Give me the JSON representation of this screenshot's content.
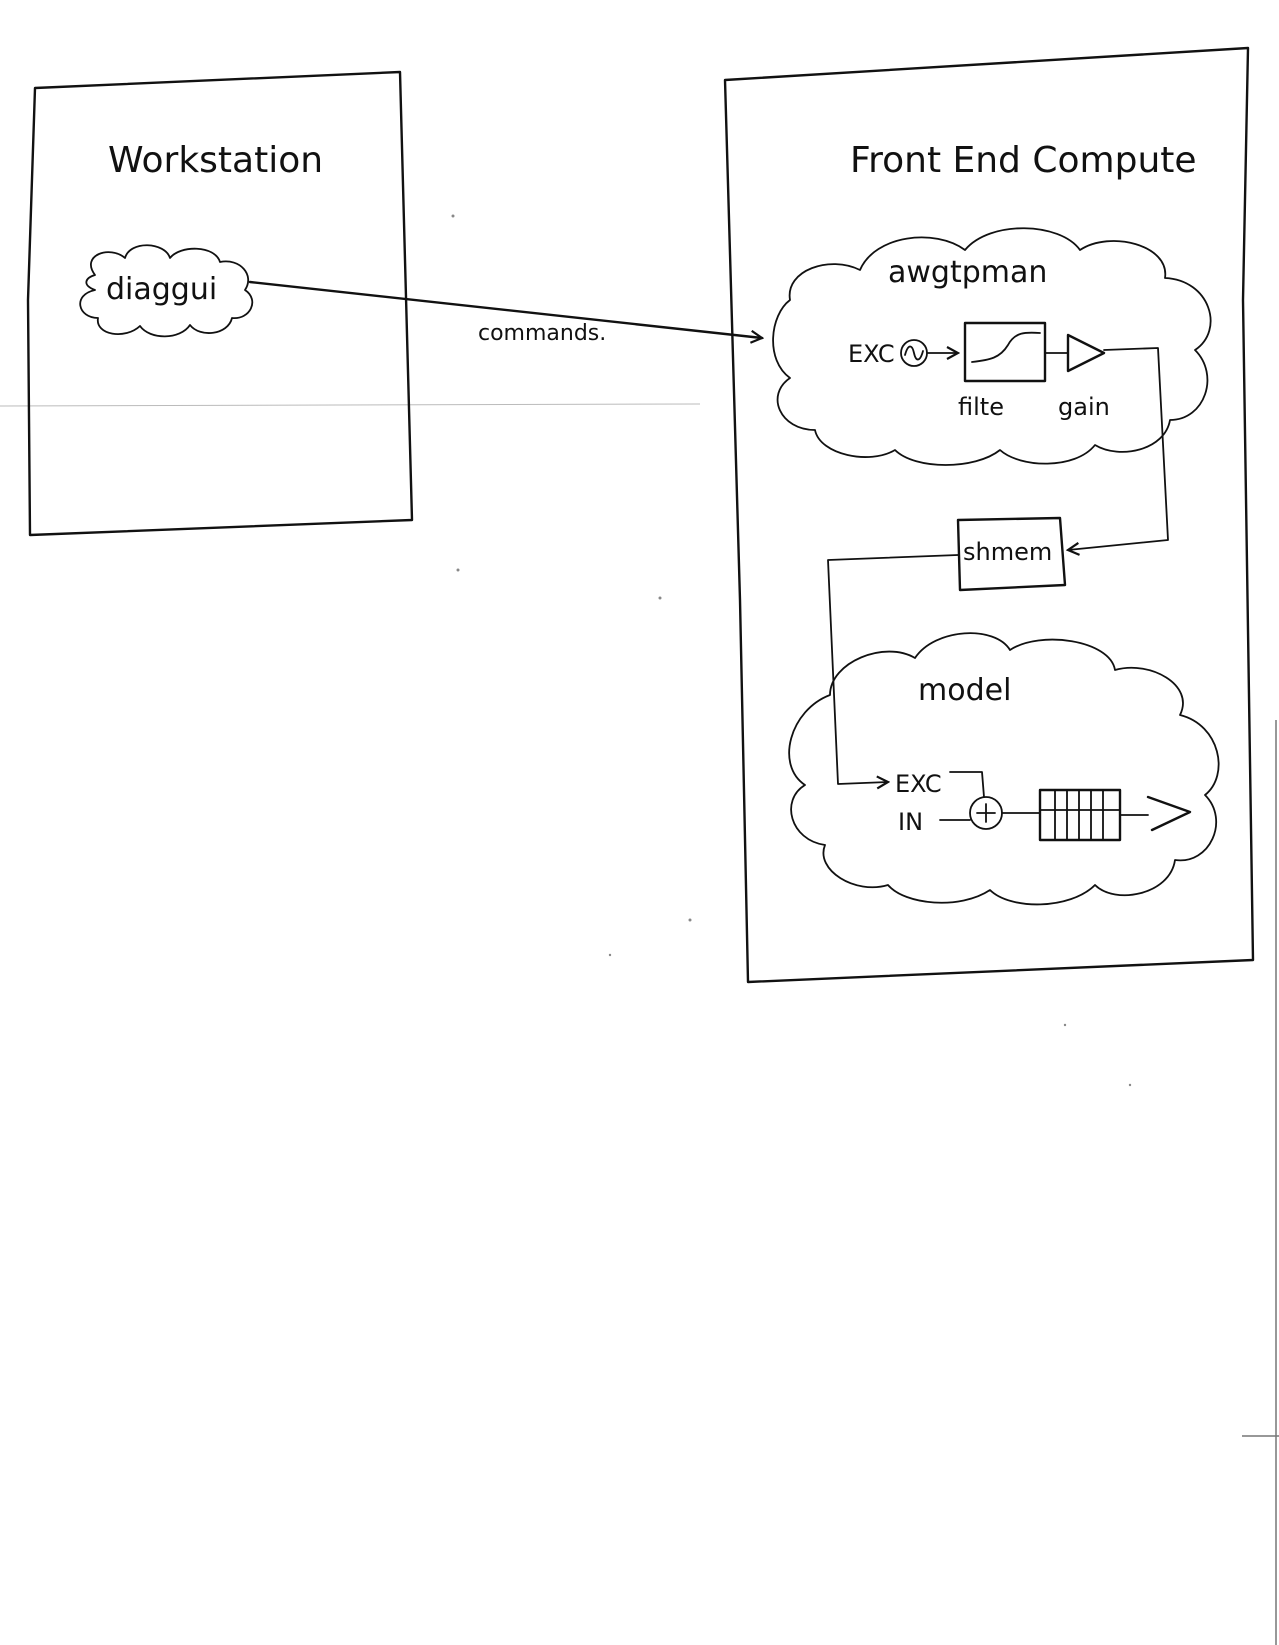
{
  "workstation": {
    "title": "Workstation",
    "process": "diaggui"
  },
  "connection": {
    "label": "commands."
  },
  "front_end": {
    "title": "Front End Compute",
    "awgtpman": {
      "title": "awgtpman",
      "exc_label": "EXC",
      "filter_label": "filte",
      "gain_label": "gain"
    },
    "shmem": {
      "label": "shmem"
    },
    "model": {
      "title": "model",
      "exc_label": "EXC",
      "in_label": "IN"
    }
  }
}
